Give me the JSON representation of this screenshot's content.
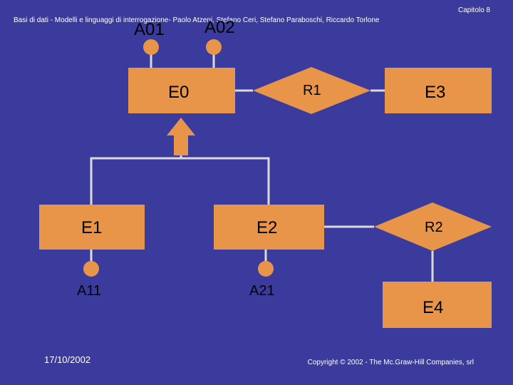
{
  "header": {
    "chapter": "Capitolo 8",
    "book": "Basi di dati - Modelli e linguaggi di interrogazione- Paolo Atzeni, Stefano Ceri, Stefano Paraboschi, Riccardo Torlone"
  },
  "footer": {
    "date": "17/10/2002",
    "copyright": "Copyright © 2002 - The Mc.Graw-Hill Companies, srl"
  },
  "colors": {
    "background": "#3b3b9e",
    "shape": "#e8954a",
    "line": "#d9d9d9",
    "text": "#000000"
  },
  "diagram": {
    "entities": {
      "e0": "E0",
      "e1": "E1",
      "e2": "E2",
      "e3": "E3",
      "e4": "E4"
    },
    "relationships": {
      "r1": "R1",
      "r2": "R2"
    },
    "attributes": {
      "a01": "A01",
      "a02": "A02",
      "a11": "A11",
      "a21": "A21"
    }
  }
}
